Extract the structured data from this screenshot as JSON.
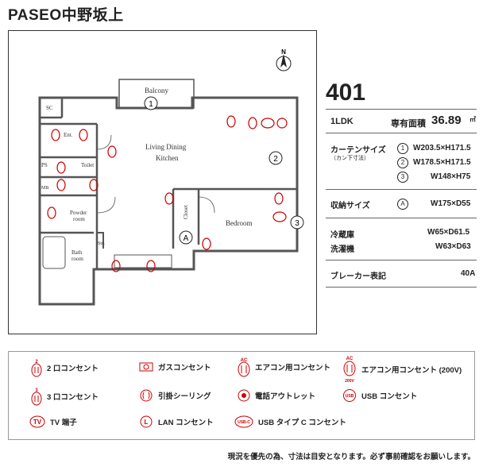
{
  "title": "PASEO中野坂上",
  "unit_number": "401",
  "layout_type": "1LDK",
  "area_label": "専有面積",
  "area_value": "36.89",
  "area_unit": "㎡",
  "curtain": {
    "label": "カーテンサイズ",
    "sublabel": "（カン下寸法）",
    "items": [
      {
        "num": "1",
        "size": "W203.5×H171.5"
      },
      {
        "num": "2",
        "size": "W178.5×H171.5"
      },
      {
        "num": "3",
        "size": "W148×H75"
      }
    ]
  },
  "storage": {
    "label": "収納サイズ",
    "num": "A",
    "size": "W175×D55"
  },
  "fridge": {
    "label": "冷蔵庫",
    "size": "W65×D61.5"
  },
  "washer": {
    "label": "洗濯機",
    "size": "W63×D63"
  },
  "breaker": {
    "label": "ブレーカー表記",
    "value": "40A"
  },
  "plan": {
    "balcony": "Balcony",
    "ldk_line1": "Living Dining",
    "ldk_line2": "Kitchen",
    "bedroom": "Bedroom",
    "closet": "Closet",
    "toilet": "Toilet",
    "powder_line1": "Powder",
    "powder_line2": "room",
    "bath_line1": "Bath",
    "bath_line2": "room",
    "entrance": "Ent.",
    "sc": "SC",
    "ps": "PS",
    "mb": "MB",
    "sto": "Sto.",
    "closet_mark": "A",
    "window1": "1",
    "window2": "2",
    "window3": "3",
    "north": "N"
  },
  "legend": {
    "outlet2": "2 口コンセント",
    "outlet3": "3 口コンセント",
    "tv": "TV 端子",
    "gas": "ガスコンセント",
    "ceiling": "引掛シーリング",
    "lan": "LAN コンセント",
    "ac": "エアコン用コンセント",
    "phone": "電話アウトレット",
    "usbc": "USB タイプ C コンセント",
    "ac200": "エアコン用コンセント (200V)",
    "usb": "USB コンセント",
    "ac_mark": "AC",
    "v200_mark": "200V",
    "num2": "2",
    "num3": "3",
    "tv_mark": "TV",
    "lan_mark": "L",
    "usb_mark": "USB",
    "usbc_mark": "USB-C"
  },
  "footer": "現況を優先の為、寸法は目安となります。必ず事前確認をお願いします。"
}
